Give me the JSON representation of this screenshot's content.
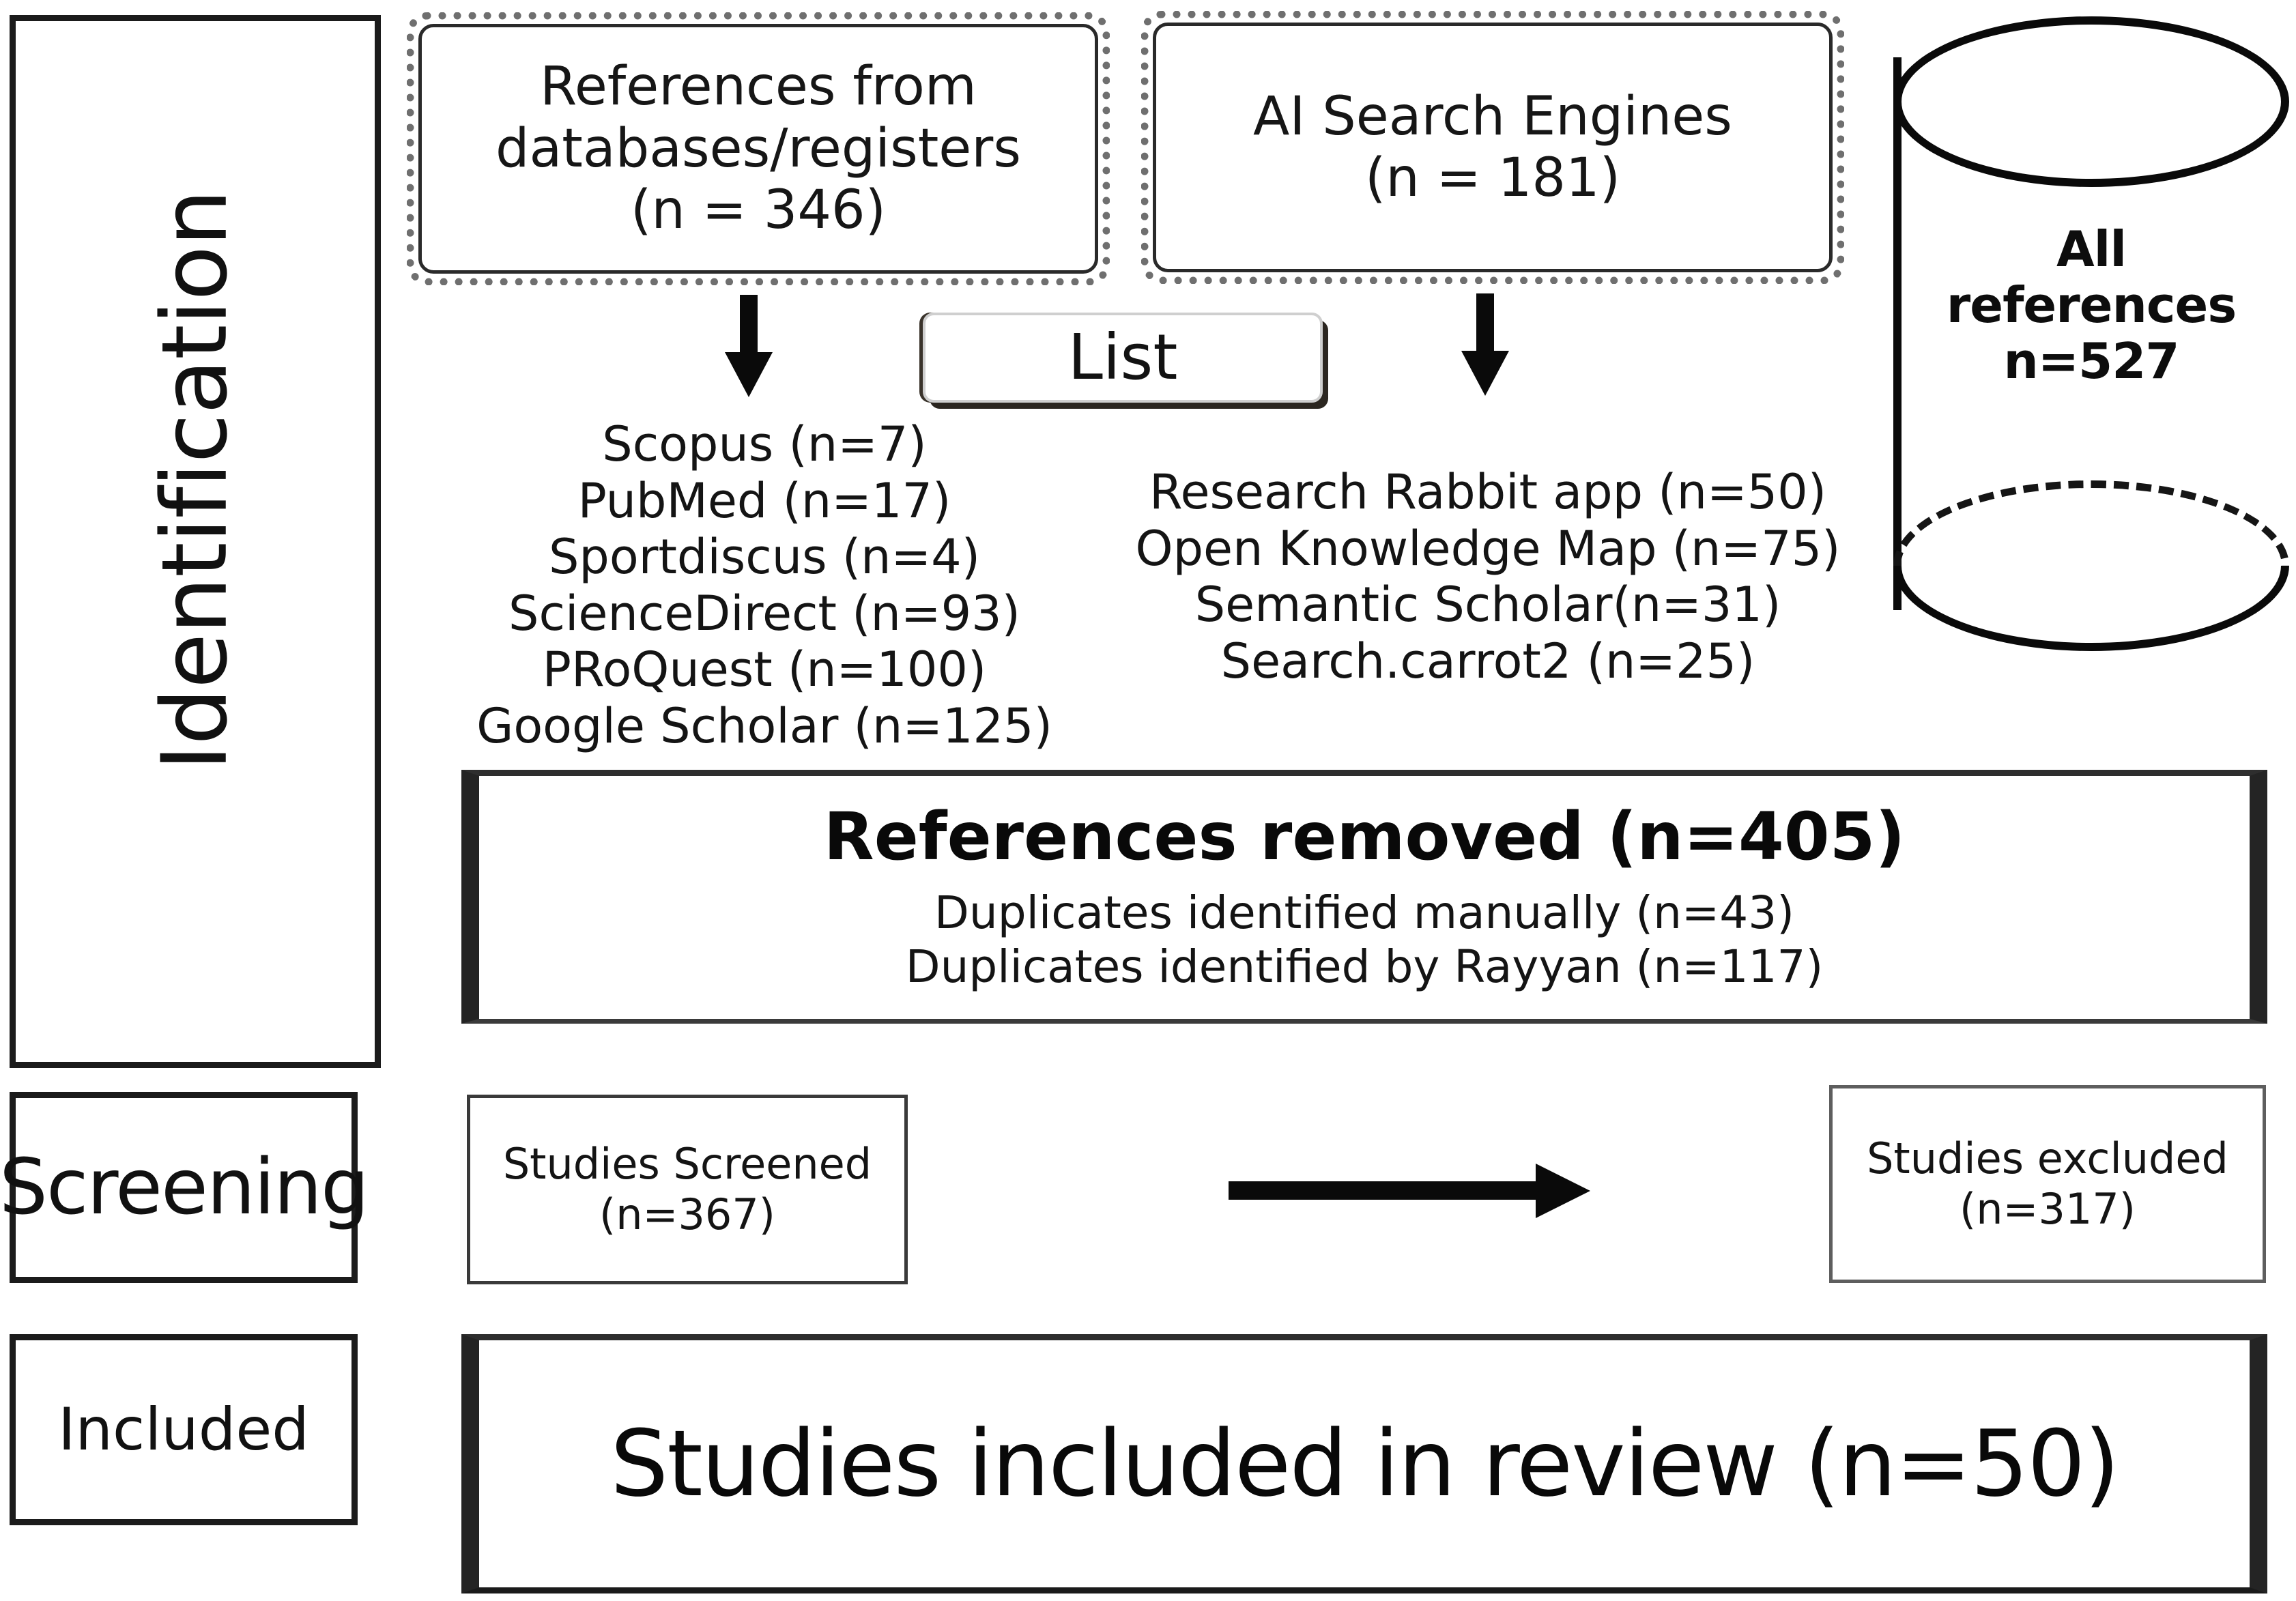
{
  "diagram": {
    "title": "PRISMA flow diagram",
    "stages": [
      {
        "id": "identification",
        "label": "Identification"
      },
      {
        "id": "screening",
        "label": "Screening"
      },
      {
        "id": "included",
        "label": "Included"
      }
    ],
    "sources": {
      "databases_box": {
        "line1": "References from",
        "line2": "databases/registers",
        "line3": "(n = 346)"
      },
      "ai_box": {
        "line1": "AI Search Engines",
        "line2": "(n = 181)"
      },
      "list_pill": {
        "label": "List"
      }
    },
    "database_list": [
      "Scopus (n=7)",
      "PubMed (n=17)",
      "Sportdiscus (n=4)",
      "ScienceDirect (n=93)",
      "PRoQuest (n=100)",
      "Google Scholar (n=125)"
    ],
    "ai_list": [
      "Research Rabbit app (n=50)",
      "Open Knowledge Map (n=75)",
      "Semantic Scholar(n=31)",
      "Search.carrot2 (n=25)"
    ],
    "cylinder": {
      "line1": "All",
      "line2": "references",
      "line3": "n=527"
    },
    "removed_box": {
      "header": "References removed (n=405)",
      "detail1": "Duplicates identified manually (n=43)",
      "detail2": "Duplicates identified by Rayyan (n=117)"
    },
    "screened_box": {
      "line1": "Studies Screened",
      "line2": "(n=367)"
    },
    "excluded_box": {
      "line1": "Studies excluded",
      "line2": "(n=317)"
    },
    "included_final_box": {
      "text": "Studies included in review (n=50)"
    },
    "colors": {
      "ink": "#0a0a0a",
      "border_dark": "#242424",
      "border_light": "#5e5e5e",
      "dotted_edge": "#6f6f6f",
      "background": "#ffffff"
    }
  },
  "chart_data": {
    "type": "diagram",
    "title": "PRISMA 2020 flow diagram",
    "nodes": [
      {
        "id": "databases",
        "label": "References from databases/registers",
        "n": 346
      },
      {
        "id": "ai_engines",
        "label": "AI Search Engines",
        "n": 181
      },
      {
        "id": "all_references",
        "label": "All references",
        "n": 527
      },
      {
        "id": "removed",
        "label": "References removed",
        "n": 405
      },
      {
        "id": "dup_manual",
        "label": "Duplicates identified manually",
        "n": 43
      },
      {
        "id": "dup_rayyan",
        "label": "Duplicates identified by Rayyan",
        "n": 117
      },
      {
        "id": "screened",
        "label": "Studies Screened",
        "n": 367
      },
      {
        "id": "excluded",
        "label": "Studies excluded",
        "n": 317
      },
      {
        "id": "included",
        "label": "Studies included in review",
        "n": 50
      }
    ],
    "breakdown_databases": [
      {
        "source": "Scopus",
        "n": 7
      },
      {
        "source": "PubMed",
        "n": 17
      },
      {
        "source": "Sportdiscus",
        "n": 4
      },
      {
        "source": "ScienceDirect",
        "n": 93
      },
      {
        "source": "PRoQuest",
        "n": 100
      },
      {
        "source": "Google Scholar",
        "n": 125
      }
    ],
    "breakdown_ai": [
      {
        "source": "Research Rabbit app",
        "n": 50
      },
      {
        "source": "Open Knowledge Map",
        "n": 75
      },
      {
        "source": "Semantic Scholar",
        "n": 31
      },
      {
        "source": "Search.carrot2",
        "n": 25
      }
    ],
    "edges": [
      {
        "from": "databases",
        "to": "database_list"
      },
      {
        "from": "ai_engines",
        "to": "ai_list"
      },
      {
        "from": "screened",
        "to": "excluded"
      }
    ]
  }
}
